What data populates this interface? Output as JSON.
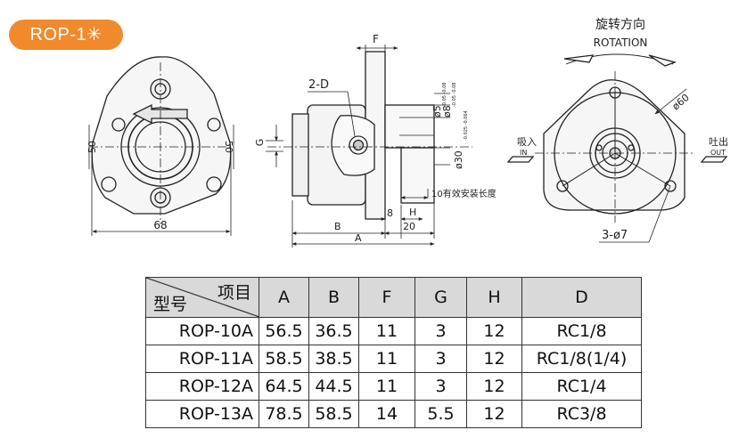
{
  "badge": {
    "label": "ROP-1✳"
  },
  "drawing": {
    "rotation_cn": "旋转方向",
    "rotation_en": "ROTATION",
    "intake_cn": "吸入",
    "intake_en": "IN",
    "outlet_cn": "吐出",
    "outlet_en": "OUT",
    "dim_68": "68",
    "dim_50": "50",
    "dim_f": "F",
    "dim_2d": "2-D",
    "dim_g": "G",
    "dim_phi5": "ø5",
    "dim_phi5_tol": "-0.05 -0.08",
    "dim_phi8": "ø8",
    "dim_phi8_tol": "-0.05 -0.08",
    "dim_phi30": "ø30",
    "dim_phi30_tol": "-0.025 -0.064",
    "dim_10_note": "10有效安装长度",
    "dim_8": "8",
    "dim_h": "H",
    "dim_b": "B",
    "dim_20": "20",
    "dim_a": "A",
    "dim_phi60": "ø60",
    "dim_3phi7": "3-ø7"
  },
  "table": {
    "corner_item": "项目",
    "corner_model": "型号",
    "columns": [
      "A",
      "B",
      "F",
      "G",
      "H",
      "D"
    ],
    "rows": [
      {
        "model": "ROP-10A",
        "A": "56.5",
        "B": "36.5",
        "F": "11",
        "G": "3",
        "H": "12",
        "D": "RC1/8"
      },
      {
        "model": "ROP-11A",
        "A": "58.5",
        "B": "38.5",
        "F": "11",
        "G": "3",
        "H": "12",
        "D": "RC1/8(1/4)"
      },
      {
        "model": "ROP-12A",
        "A": "64.5",
        "B": "44.5",
        "F": "11",
        "G": "3",
        "H": "12",
        "D": "RC1/4"
      },
      {
        "model": "ROP-13A",
        "A": "78.5",
        "B": "58.5",
        "F": "14",
        "G": "5.5",
        "H": "12",
        "D": "RC3/8"
      }
    ]
  }
}
